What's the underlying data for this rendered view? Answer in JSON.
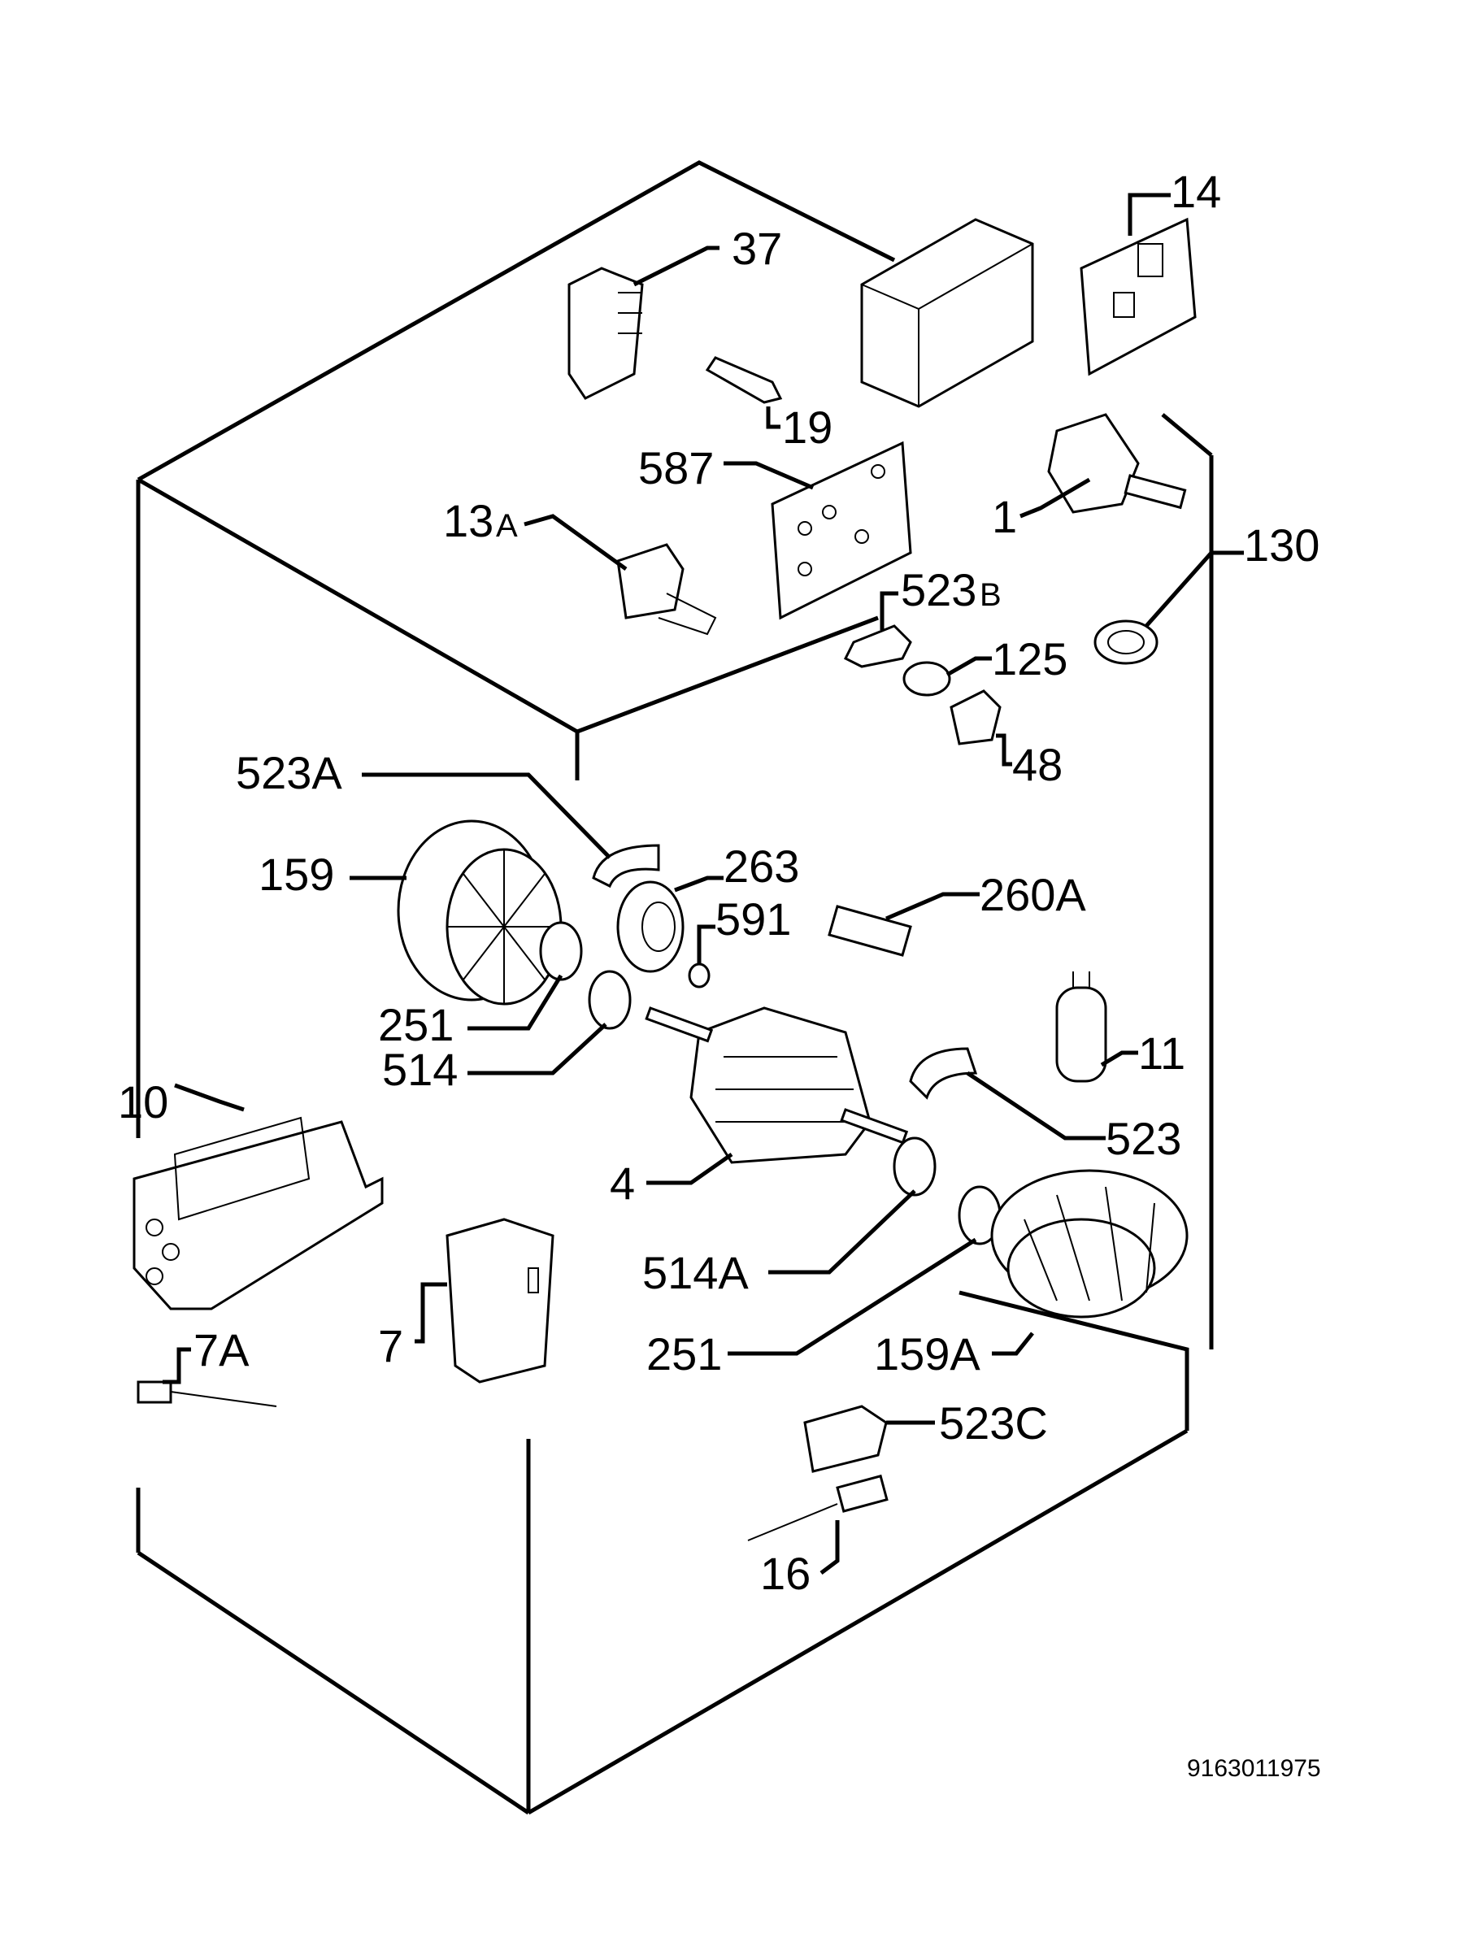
{
  "diagram": {
    "reference_number": "9163011975",
    "callouts": {
      "c14": "14",
      "c37": "37",
      "c19": "19",
      "c587": "587",
      "c1": "1",
      "c13": "13",
      "c13_suffix": "A",
      "c523b": "523",
      "c523b_suffix": "B",
      "c130": "130",
      "c125": "125",
      "c48": "48",
      "c523a": "523A",
      "c263": "263",
      "c159": "159",
      "c260a": "260A",
      "c591": "591",
      "c251a": "251",
      "c514": "514",
      "c11": "11",
      "c10": "10",
      "c523": "523",
      "c4": "4",
      "c514a": "514A",
      "c7": "7",
      "c251b": "251",
      "c159a": "159A",
      "c7a": "7A",
      "c523c": "523C",
      "c16": "16"
    }
  }
}
